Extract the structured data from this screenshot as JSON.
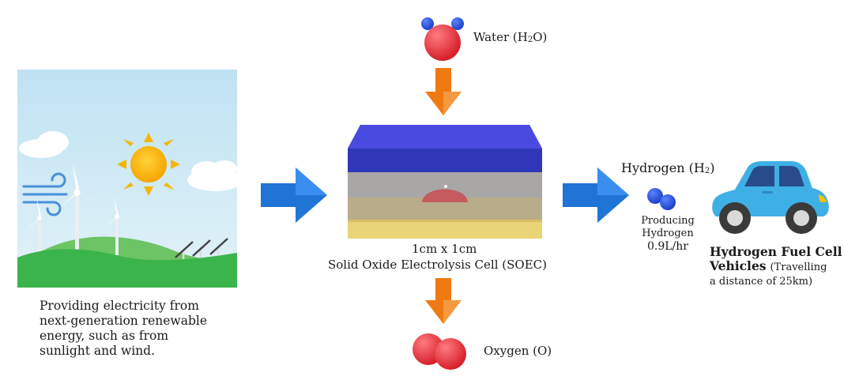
{
  "water": {
    "label": "Water (H",
    "sub": "2",
    "tail": "O)"
  },
  "renewable": {
    "lines": [
      "Providing electricity from",
      "next-generation renewable",
      "energy, such as from",
      "sunlight and wind."
    ]
  },
  "soec": {
    "size": "1cm x 1cm",
    "name": "Solid Oxide Electrolysis Cell (SOEC)"
  },
  "oxygen": {
    "label": "Oxygen (O)"
  },
  "hydrogen": {
    "label": "Hydrogen (H",
    "sub": "2",
    "tail": ")",
    "producing_lines": [
      "Producing",
      "Hydrogen",
      "0.9L/hr"
    ]
  },
  "vehicle": {
    "title_lines": [
      "Hydrogen Fuel Cell",
      "Vehicles"
    ],
    "detail_inline": "(Travelling",
    "detail_line2": "a distance of 25km)"
  },
  "colors": {
    "arrow_blue": "#1f74d6",
    "arrow_orange": "#f07a12",
    "molecule_red": "#e8303a",
    "molecule_blue": "#2450d8",
    "sky": "#cfe8f4",
    "hill": "#3cb44c",
    "car": "#3fb0e6"
  }
}
